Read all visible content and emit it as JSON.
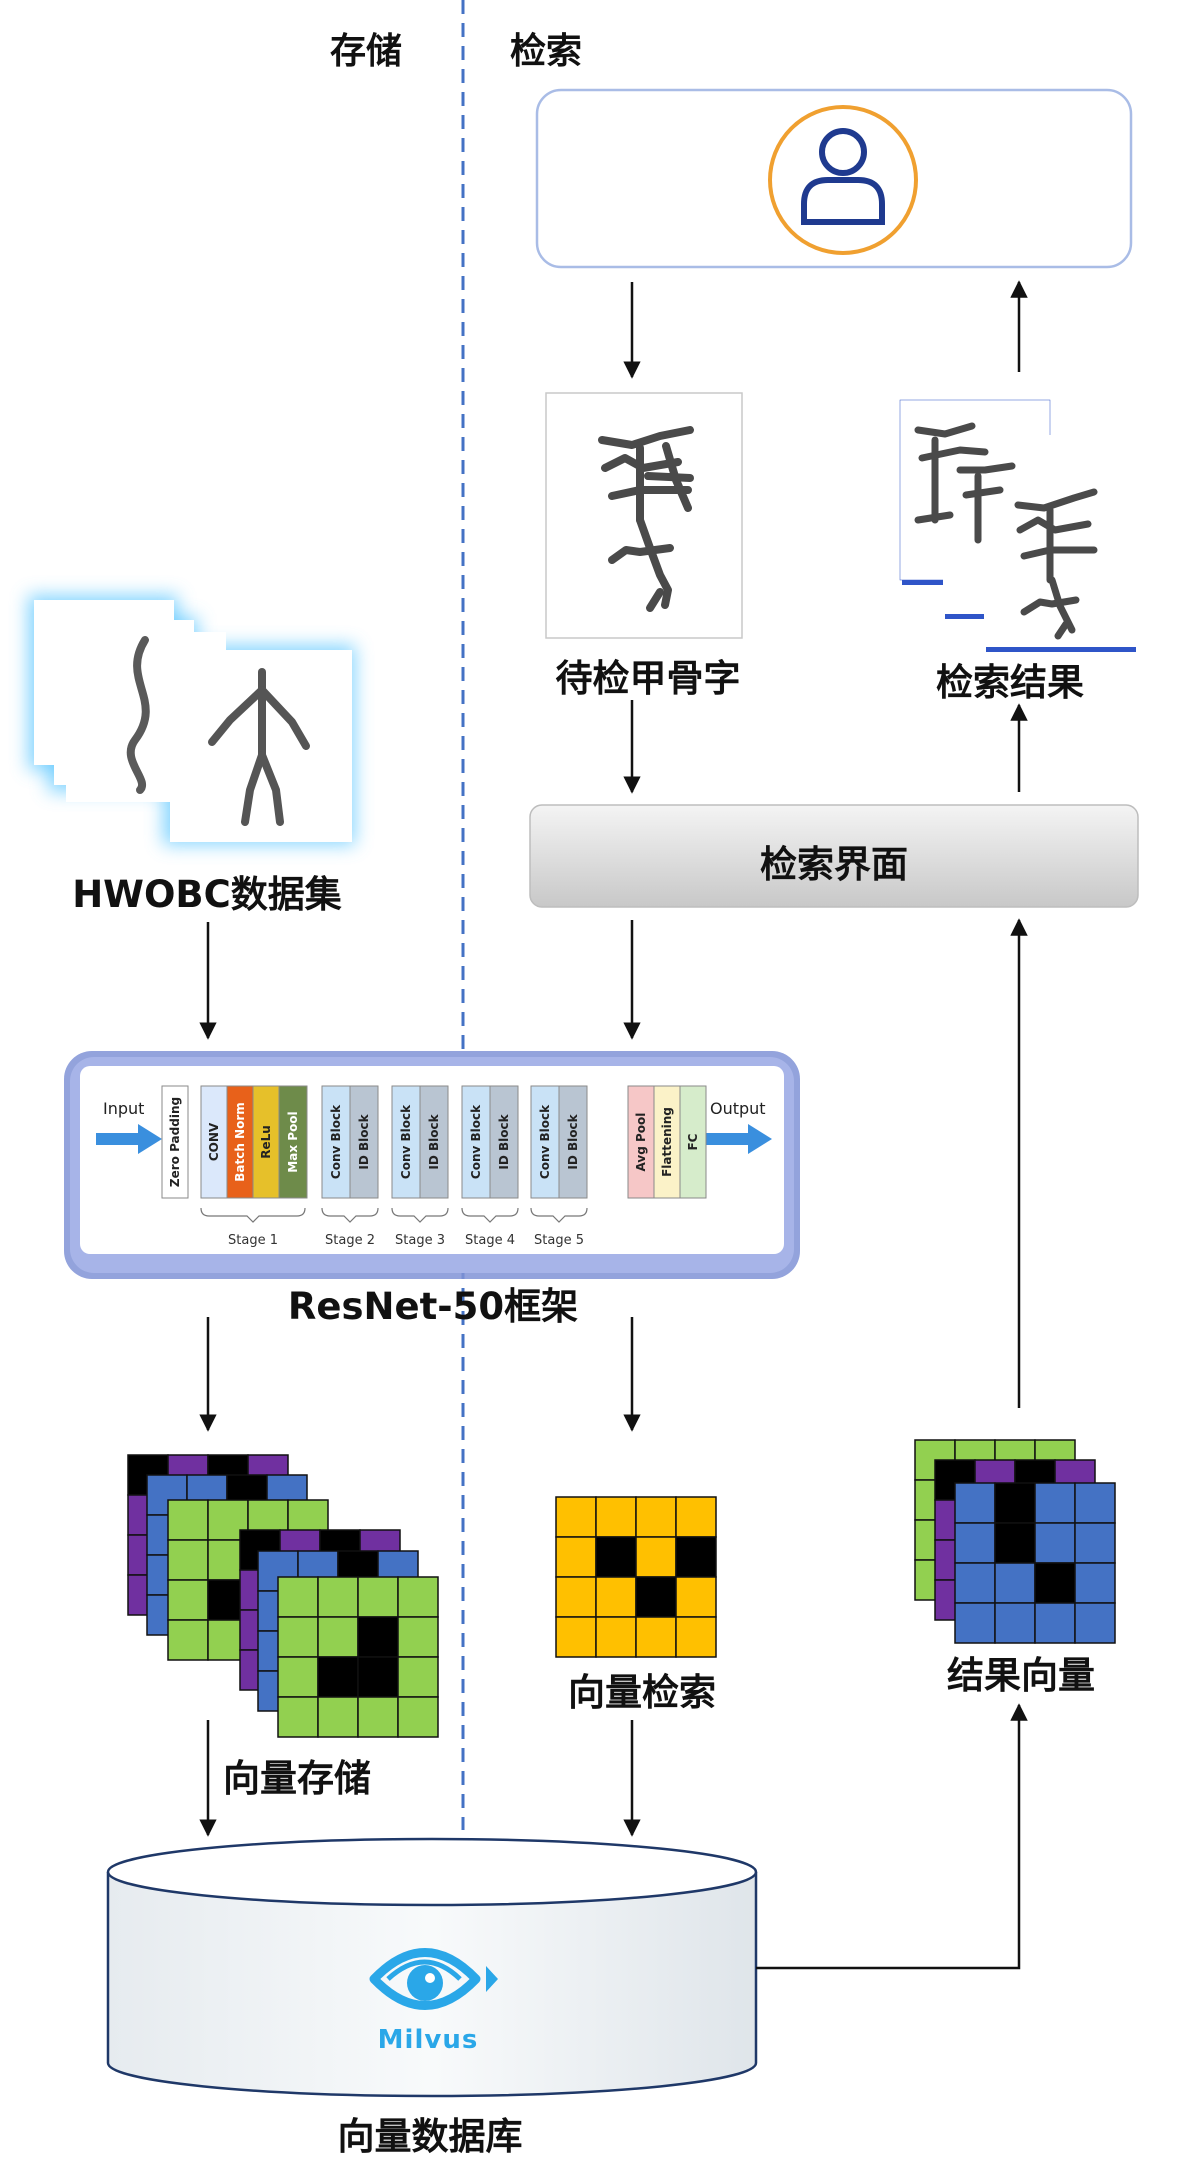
{
  "headers": {
    "storage": "存储",
    "retrieval": "检索"
  },
  "labels": {
    "dataset": "HWOBC数据集",
    "query_char": "待检甲骨字",
    "results": "检索结果",
    "interface": "检索界面",
    "framework": "ResNet-50框架",
    "vector_store": "向量存储",
    "vector_search": "向量检索",
    "result_vector": "结果向量",
    "vector_db": "向量数据库"
  },
  "resnet": {
    "input": "Input",
    "output": "Output",
    "layers": [
      "Zero Padding",
      "CONV",
      "Batch Norm",
      "ReLu",
      "Max Pool",
      "Conv Block",
      "ID Block",
      "Conv Block",
      "ID Block",
      "Conv Block",
      "ID Block",
      "Conv Block",
      "ID Block",
      "Avg Pool",
      "Flattening",
      "FC"
    ],
    "stages": [
      "Stage 1",
      "Stage 2",
      "Stage 3",
      "Stage 4",
      "Stage 5"
    ]
  },
  "db_logo": "Milvus",
  "colors": {
    "divider": "#4472c4",
    "user_ring": "#f0a030",
    "user_icon": "#1f3a8f",
    "milvus": "#2aa7e8",
    "grid_yellow": "#ffc000",
    "grid_green": "#92d050",
    "grid_blue": "#4472c4",
    "grid_purple": "#7030a0"
  }
}
